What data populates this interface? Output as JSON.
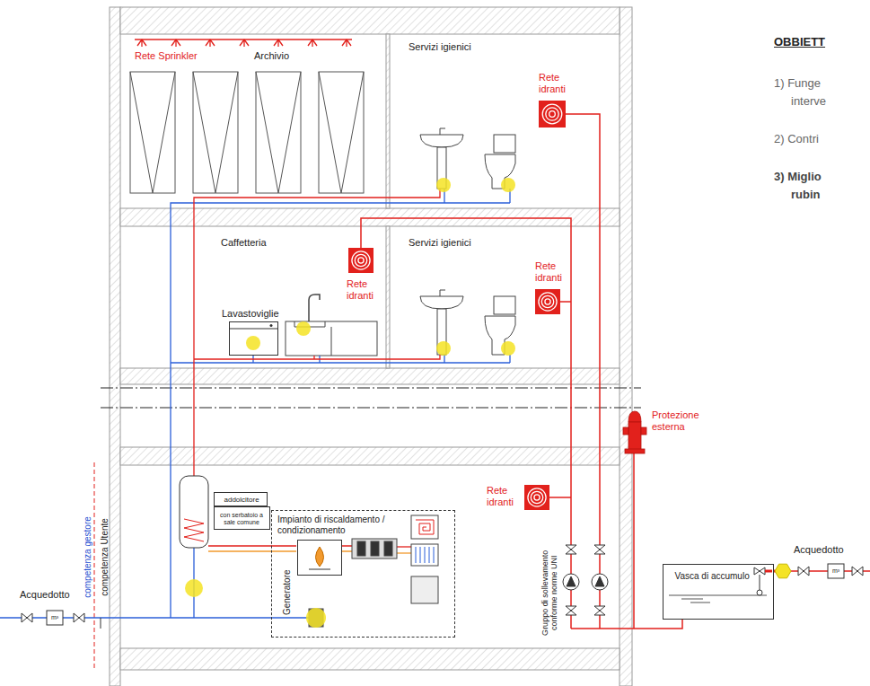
{
  "diagram": {
    "nodes": [
      {
        "text": [
          "Rete Sprinkler",
          "Archivio"
        ]
      },
      {
        "text": [
          "Servizi igienici"
        ]
      },
      {
        "text": [
          "Rete idranti"
        ],
        "in": 1
      },
      {
        "text": [
          "Caffetteria"
        ]
      },
      {
        "text": [
          "Rete idranti"
        ],
        "in": 3
      },
      {
        "text": [
          "Lavastoviglie"
        ],
        "in": 3
      },
      {
        "text": [
          "Servizi igienici"
        ]
      },
      {
        "text": [
          "Rete idranti"
        ],
        "in": 6
      },
      {
        "text": [
          "addolcitore"
        ]
      },
      {
        "text": [
          "con serbatoio a sale comune"
        ]
      },
      {
        "text": [
          "Impianto di riscaldamento / condizionamento"
        ]
      },
      {
        "text": [
          "Generatore"
        ],
        "in": 10
      },
      {
        "text": [
          "Rete idranti"
        ]
      },
      {
        "text": [
          "Vasca di accumulo"
        ]
      }
    ],
    "labels": [
      "OBBIETT",
      "1) Funge",
      "interve",
      "2) Contri",
      "3) Miglio",
      "rubin",
      "Protezione esterna",
      "competenza gestore",
      "competenza Utente",
      "Acquedotto",
      "m³",
      "Gruppo di sollevamento conforme norme UNI",
      "Acquedotto",
      "m³"
    ]
  }
}
